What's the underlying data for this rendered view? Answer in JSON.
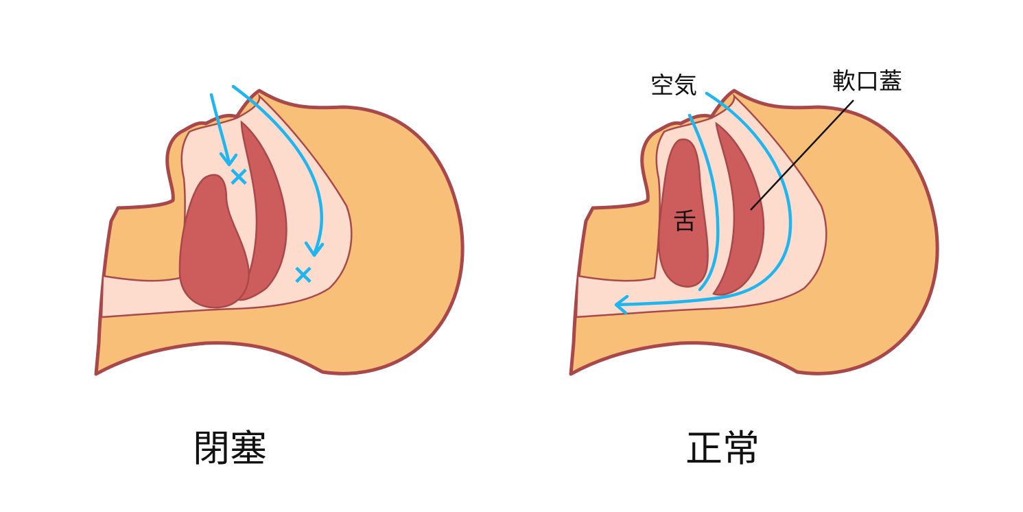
{
  "colors": {
    "skin": "#F8BF79",
    "outline": "#A9484A",
    "airway": "#FDDCCD",
    "tissue": "#CD5C5C",
    "airflow": "#1FB6F0"
  },
  "panels": [
    {
      "caption": "閉塞"
    },
    {
      "caption": "正常"
    }
  ],
  "labels": {
    "air": "空気",
    "soft_palate": "軟口蓋",
    "tongue": "舌"
  },
  "blocked_markers": [
    "×",
    "×"
  ]
}
